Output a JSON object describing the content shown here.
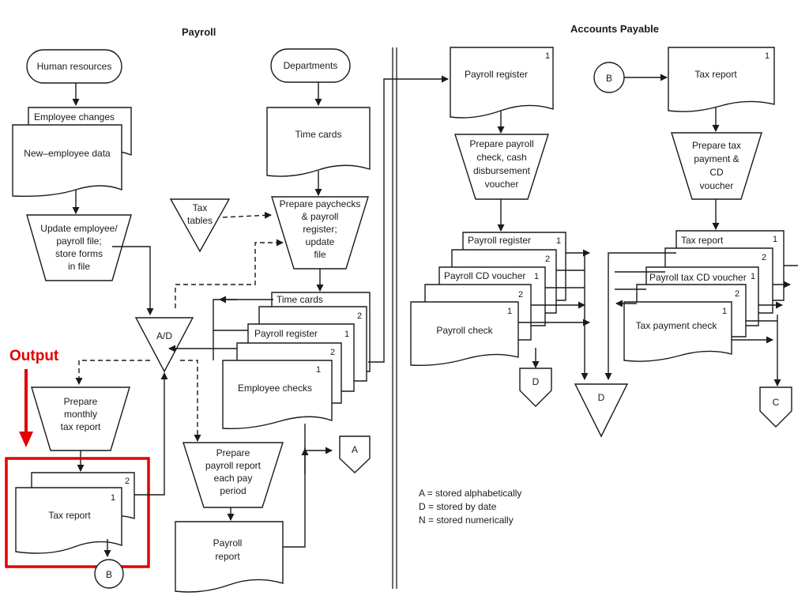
{
  "headers": {
    "payroll": "Payroll",
    "accounts_payable": "Accounts Payable"
  },
  "payroll": {
    "human_resources": "Human resources",
    "departments": "Departments",
    "employee_changes": "Employee changes",
    "new_employee_data": "New–employee data",
    "time_cards": "Time cards",
    "update_file": [
      "Update employee/",
      "payroll file;",
      "store forms",
      "in file"
    ],
    "tax_tables": [
      "Tax",
      "tables"
    ],
    "prepare_paychecks": [
      "Prepare paychecks",
      "& payroll",
      "register;",
      "update",
      "file"
    ],
    "ad_file": "A/D",
    "output_stack": {
      "time_cards": "Time cards",
      "payroll_register": "Payroll register",
      "employee_checks": "Employee checks",
      "copy_numbers": [
        "2",
        "1",
        "2",
        "1"
      ]
    },
    "prepare_monthly": [
      "Prepare",
      "monthly",
      "tax report"
    ],
    "tax_report": "Tax report",
    "tax_report_copies": [
      "2",
      "1"
    ],
    "prepare_payroll_report": [
      "Prepare",
      "payroll report",
      "each pay",
      "period"
    ],
    "payroll_report": [
      "Payroll",
      "report"
    ],
    "connector_a": "A",
    "connector_b": "B"
  },
  "annotation": {
    "output_label": "Output",
    "highlight_color": "#e00000"
  },
  "accounts_payable": {
    "payroll_register": "Payroll register",
    "payroll_register_copy": "1",
    "prepare_payroll_check": [
      "Prepare payroll",
      "check, cash",
      "disbursement",
      "voucher"
    ],
    "output_stack": {
      "payroll_register": "Payroll register",
      "payroll_cd_voucher": "Payroll CD voucher",
      "payroll_check": "Payroll check",
      "copy_numbers": [
        "1",
        "2",
        "1",
        "2",
        "1"
      ]
    },
    "connector_d_small": "D",
    "connector_d_large": "D",
    "connector_b": "B",
    "tax_report": "Tax report",
    "tax_report_copy": "1",
    "prepare_tax_payment": [
      "Prepare tax",
      "payment &",
      "CD",
      "voucher"
    ],
    "tax_stack": {
      "tax_report": "Tax report",
      "payroll_tax_cd_voucher": "Payroll tax CD voucher",
      "tax_payment_check": "Tax payment check",
      "copy_numbers": [
        "1",
        "2",
        "1",
        "2",
        "1"
      ]
    },
    "connector_c": "C"
  },
  "legend": [
    "A = stored alphabetically",
    "D = stored by date",
    "N = stored numerically"
  ]
}
